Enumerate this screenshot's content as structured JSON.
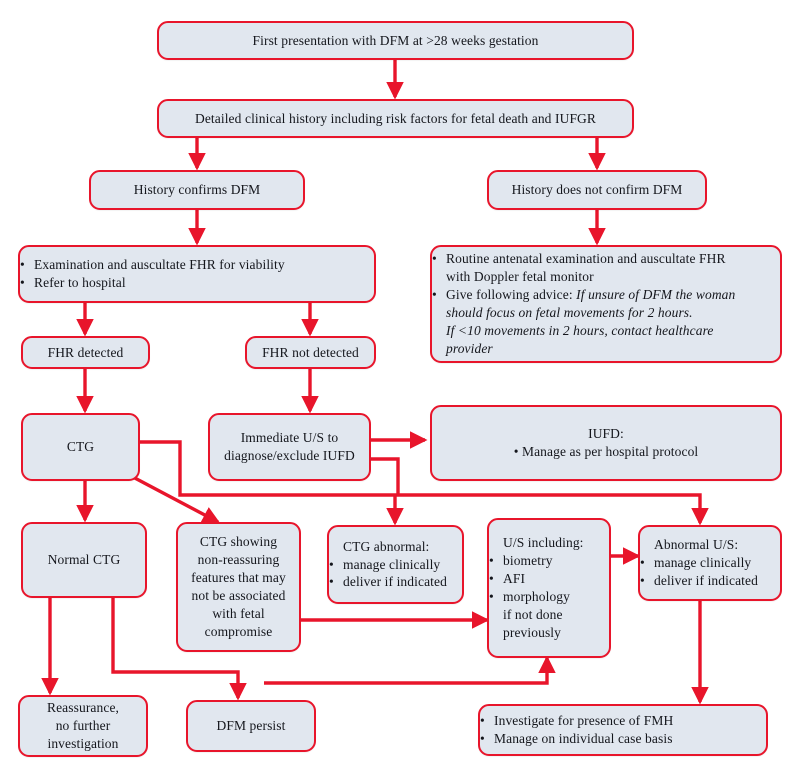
{
  "diagram": {
    "title": "DFM (Decreased Fetal Movements) clinical management flowchart",
    "colors": {
      "node_fill": "#e1e7ef",
      "node_border": "#e8152b",
      "edge": "#e8152b",
      "text": "#14161c",
      "background": "#ffffff"
    },
    "nodes": [
      {
        "id": "n1",
        "name": "first-presentation",
        "align": "center",
        "lines": [
          {
            "text": "First presentation with DFM at >28 weeks gestation",
            "style": "plain"
          }
        ]
      },
      {
        "id": "n2",
        "name": "detailed-clinical-history",
        "align": "center",
        "lines": [
          {
            "text": "Detailed clinical history including risk factors for fetal death and IUFGR",
            "style": "plain"
          }
        ]
      },
      {
        "id": "n3",
        "name": "history-confirms-dfm",
        "align": "center",
        "lines": [
          {
            "text": "History confirms DFM",
            "style": "plain"
          }
        ]
      },
      {
        "id": "n4",
        "name": "history-does-not-confirm-dfm",
        "align": "center",
        "lines": [
          {
            "text": "History does not confirm DFM",
            "style": "plain"
          }
        ]
      },
      {
        "id": "n5",
        "name": "examination-auscultate-fhr",
        "align": "left",
        "lines": [
          {
            "text": "Examination and auscultate FHR for viability",
            "style": "bullet"
          },
          {
            "text": "Refer to hospital",
            "style": "bullet"
          }
        ]
      },
      {
        "id": "n6",
        "name": "routine-antenatal-examination",
        "align": "left",
        "lines": [
          {
            "text": "Routine antenatal examination and auscultate FHR",
            "style": "bullet"
          },
          {
            "text": "with Doppler fetal monitor",
            "style": "hang"
          },
          {
            "text": "Give following advice: ",
            "style": "bullet-mixed",
            "italic_text": "If unsure of DFM the woman"
          },
          {
            "text": "should focus on fetal movements for 2 hours.",
            "style": "hang-italic"
          },
          {
            "text": "If <10 movements in 2 hours, contact healthcare",
            "style": "hang-italic"
          },
          {
            "text": "provider",
            "style": "hang-italic"
          }
        ]
      },
      {
        "id": "n7",
        "name": "fhr-detected",
        "align": "center",
        "lines": [
          {
            "text": "FHR detected",
            "style": "plain"
          }
        ]
      },
      {
        "id": "n8",
        "name": "fhr-not-detected",
        "align": "center",
        "lines": [
          {
            "text": "FHR not detected",
            "style": "plain"
          }
        ]
      },
      {
        "id": "n9",
        "name": "ctg",
        "align": "center",
        "lines": [
          {
            "text": "CTG",
            "style": "plain"
          }
        ]
      },
      {
        "id": "n10",
        "name": "immediate-us",
        "align": "center",
        "lines": [
          {
            "text": "Immediate U/S to",
            "style": "plain"
          },
          {
            "text": "diagnose/exclude IUFD",
            "style": "plain"
          }
        ]
      },
      {
        "id": "n11",
        "name": "iufd",
        "align": "center",
        "lines": [
          {
            "text": "IUFD:",
            "style": "plain"
          },
          {
            "text": "• Manage as per hospital protocol",
            "style": "plain"
          }
        ]
      },
      {
        "id": "n12",
        "name": "normal-ctg",
        "align": "center",
        "lines": [
          {
            "text": "Normal CTG",
            "style": "plain"
          }
        ]
      },
      {
        "id": "n13",
        "name": "ctg-non-reassuring",
        "align": "center",
        "lines": [
          {
            "text": "CTG showing",
            "style": "plain"
          },
          {
            "text": "non-reassuring",
            "style": "plain"
          },
          {
            "text": "features that may",
            "style": "plain"
          },
          {
            "text": "not be associated",
            "style": "plain"
          },
          {
            "text": "with fetal",
            "style": "plain"
          },
          {
            "text": "compromise",
            "style": "plain"
          }
        ]
      },
      {
        "id": "n14",
        "name": "ctg-abnormal",
        "align": "left",
        "lines": [
          {
            "text": "CTG abnormal:",
            "style": "plain"
          },
          {
            "text": "manage clinically",
            "style": "bullet"
          },
          {
            "text": "deliver if indicated",
            "style": "bullet"
          }
        ]
      },
      {
        "id": "n15",
        "name": "us-including",
        "align": "left",
        "lines": [
          {
            "text": "U/S including:",
            "style": "plain"
          },
          {
            "text": "biometry",
            "style": "bullet"
          },
          {
            "text": "AFI",
            "style": "bullet"
          },
          {
            "text": "morphology",
            "style": "bullet"
          },
          {
            "text": "if not done",
            "style": "plain"
          },
          {
            "text": "previously",
            "style": "plain"
          }
        ]
      },
      {
        "id": "n16",
        "name": "abnormal-us",
        "align": "left",
        "lines": [
          {
            "text": "Abnormal U/S:",
            "style": "plain"
          },
          {
            "text": "manage clinically",
            "style": "bullet"
          },
          {
            "text": "deliver if indicated",
            "style": "bullet"
          }
        ]
      },
      {
        "id": "n17",
        "name": "reassurance-no-further-investigation",
        "align": "center",
        "lines": [
          {
            "text": "Reassurance,",
            "style": "plain"
          },
          {
            "text": "no further",
            "style": "plain"
          },
          {
            "text": "investigation",
            "style": "plain"
          }
        ]
      },
      {
        "id": "n18",
        "name": "dfm-persist",
        "align": "center",
        "lines": [
          {
            "text": "DFM persist",
            "style": "plain"
          }
        ]
      },
      {
        "id": "n19",
        "name": "investigate-fmh",
        "align": "left",
        "lines": [
          {
            "text": "Investigate for presence of FMH",
            "style": "bullet"
          },
          {
            "text": "Manage on individual case basis",
            "style": "bullet"
          }
        ]
      }
    ]
  }
}
